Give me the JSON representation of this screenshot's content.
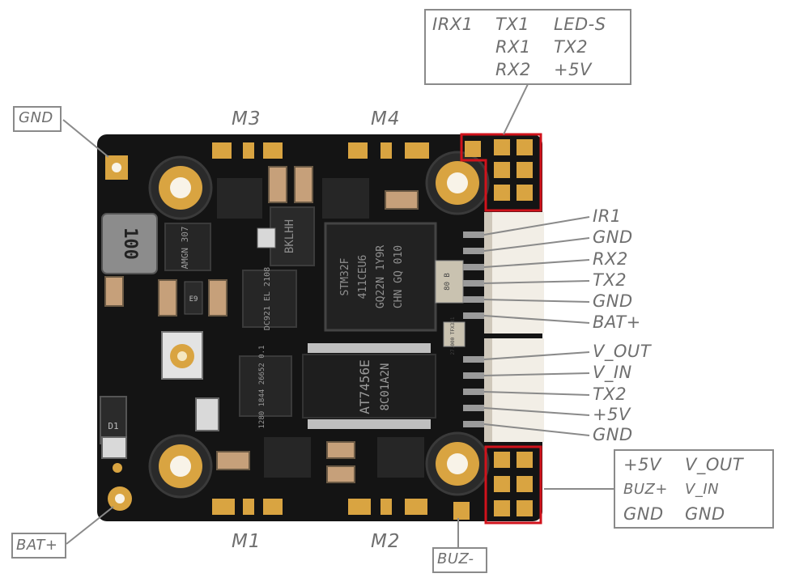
{
  "board": {
    "inductor_marking": "100",
    "mcu_lines": [
      "STM32F",
      "411CEU6",
      "GQ22N 1Y9R",
      "CHN GQ 010"
    ],
    "driver_marking_a": "AT7456E",
    "driver_marking_b": "8C01A2N",
    "chip_small_a": "AMGN 307",
    "chip_small_b": "1280 1844 26652 0.1",
    "chip_left_mid": "DC921 EL 2108",
    "reg_marking": "BKLHH",
    "crystal_a": "80 B",
    "crystal_b": "27.000 TFX331",
    "diode_marking": "D1",
    "e9_marking": "E9"
  },
  "labels": {
    "gnd_corner": "GND",
    "bat_plus": "BAT+",
    "buz_minus": "BUZ-",
    "m1": "M1",
    "m2": "M2",
    "m3": "M3",
    "m4": "M4"
  },
  "top_box": {
    "row1": [
      "IRX1",
      "TX1",
      "LED-S"
    ],
    "row2": [
      "RX1",
      "TX2"
    ],
    "row3": [
      "RX2",
      "+5V"
    ]
  },
  "bottom_box": {
    "row1": [
      "+5V",
      "V_OUT"
    ],
    "row2": [
      "BUZ+",
      "V_IN"
    ],
    "row3": [
      "GND",
      "GND"
    ]
  },
  "connector_upper": [
    "IR1",
    "GND",
    "RX2",
    "TX2",
    "GND",
    "BAT+"
  ],
  "connector_lower": [
    "V_OUT",
    "V_IN",
    "TX2",
    "+5V",
    "GND"
  ],
  "colors": {
    "pcb": "#141414",
    "gold": "#d9a441",
    "highlight": "#d0121b",
    "label_gray": "#6f6f6f",
    "leader": "#8a8a8a"
  }
}
